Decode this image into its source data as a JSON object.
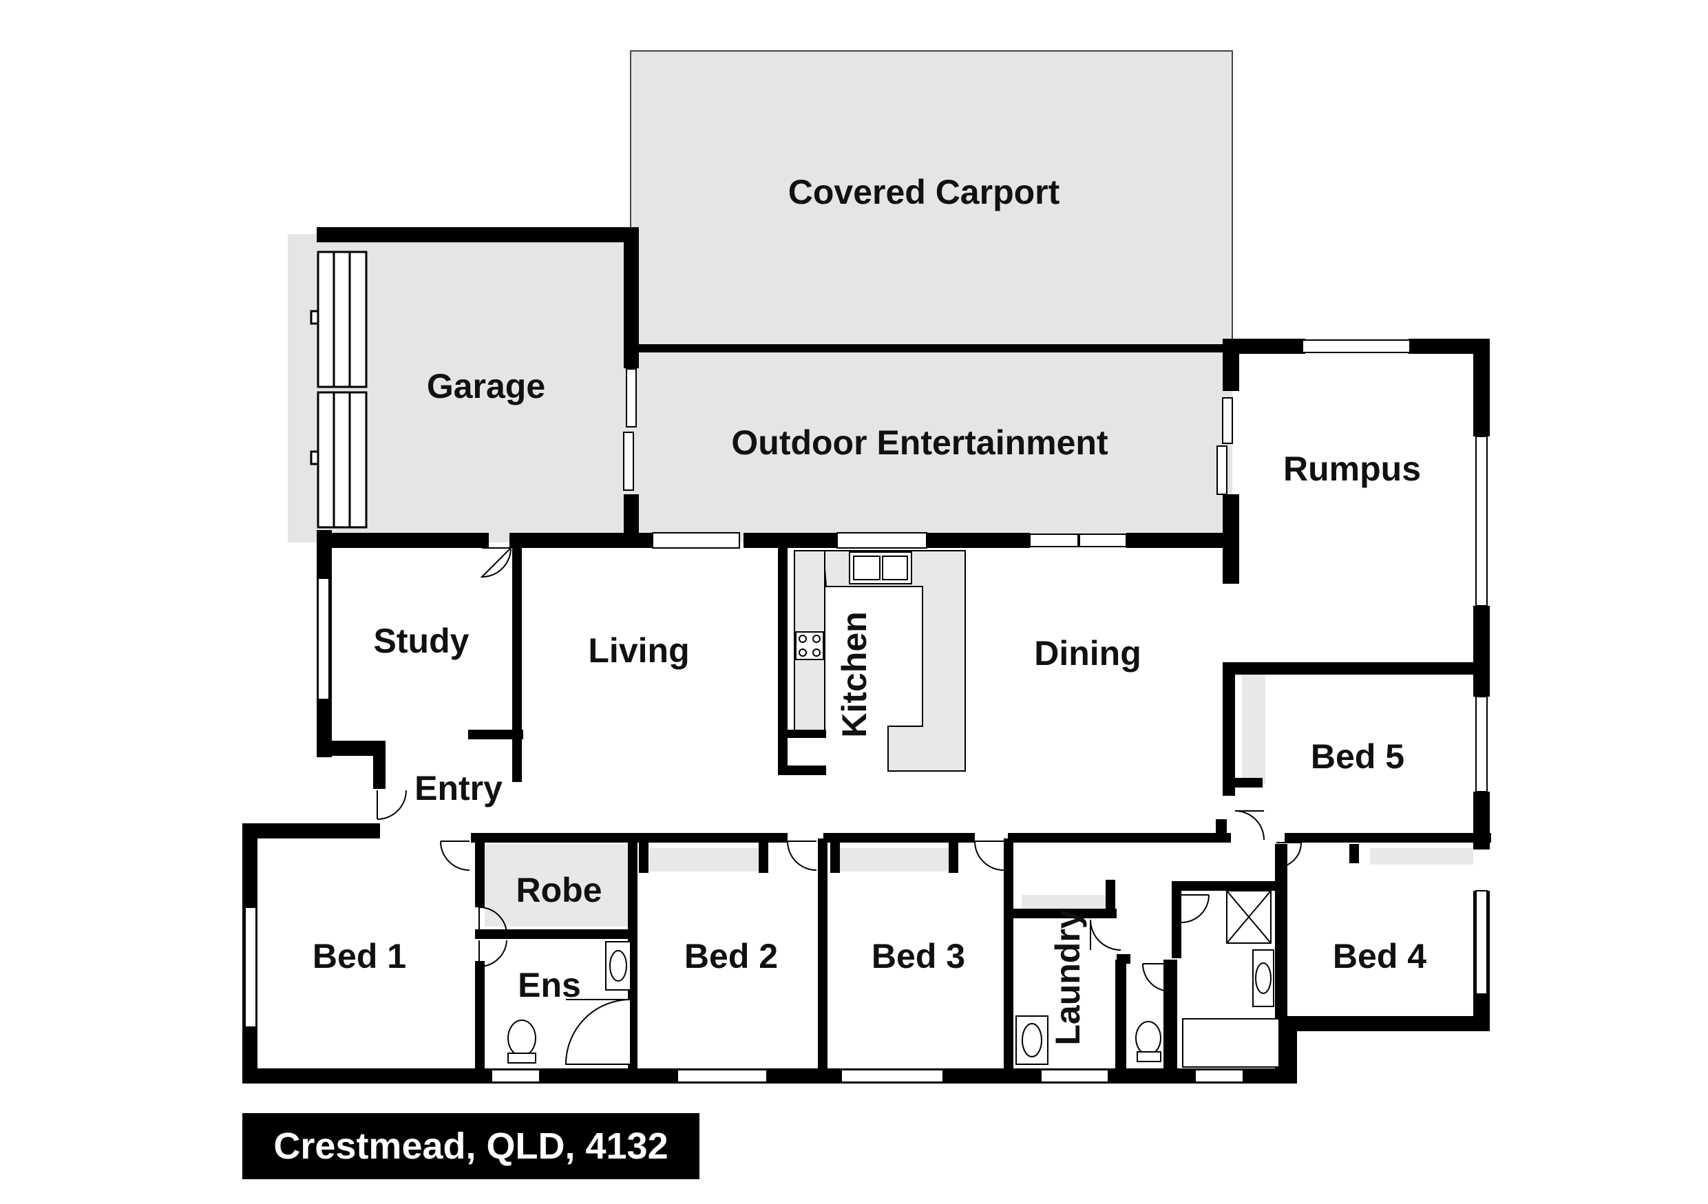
{
  "address": "Crestmead, QLD, 4132",
  "rooms": {
    "covered_carport": "Covered Carport",
    "garage": "Garage",
    "outdoor_entertainment": "Outdoor Entertainment",
    "rumpus": "Rumpus",
    "study": "Study",
    "living": "Living",
    "kitchen": "Kitchen",
    "dining": "Dining",
    "entry": "Entry",
    "bed5": "Bed 5",
    "robe": "Robe",
    "bed1": "Bed 1",
    "ens": "Ens",
    "bed2": "Bed 2",
    "bed3": "Bed 3",
    "laundry": "Laundry",
    "bed4": "Bed 4"
  },
  "colors": {
    "wall": "#000000",
    "covered_fill": "#e5e5e5",
    "joinery_fill": "#e8e8e8",
    "address_bg": "#000000",
    "address_text": "#ffffff"
  }
}
